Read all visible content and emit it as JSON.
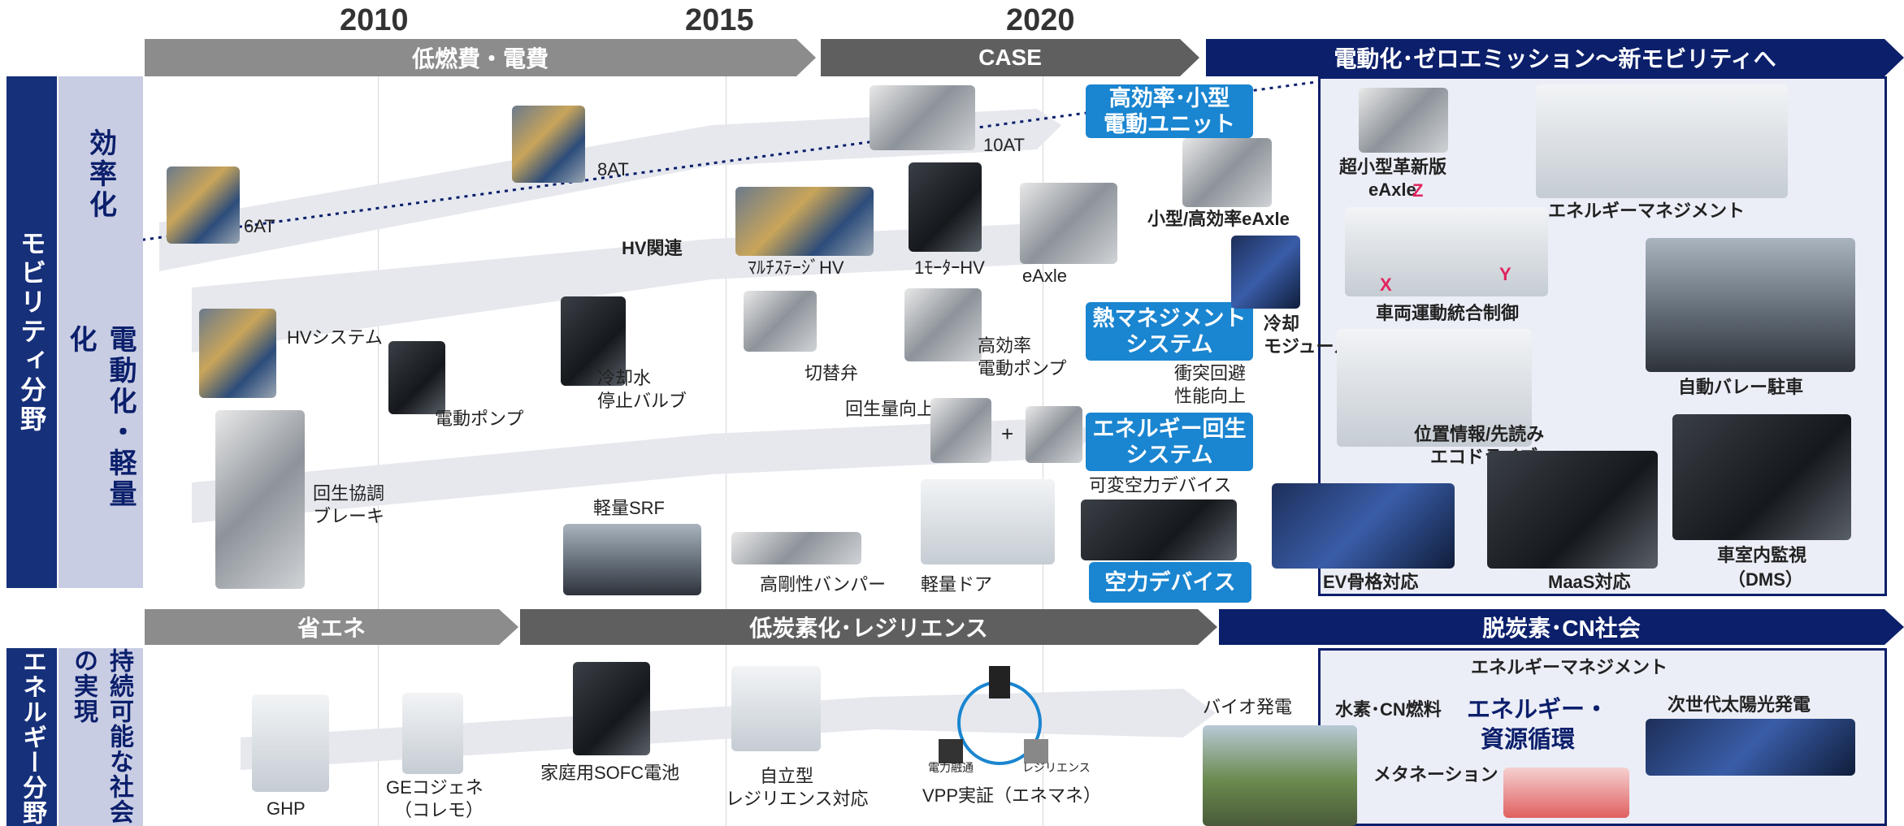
{
  "years": [
    "2010",
    "2015",
    "2020"
  ],
  "top_arrows": {
    "a1": "低燃費・電費",
    "a2": "CASE",
    "a3": "電動化･ゼロエミッション～新モビリティへ"
  },
  "bottom_arrows": {
    "b1": "省エネ",
    "b2": "低炭素化･レジリエンス",
    "b3": "脱炭素･CN社会"
  },
  "side": {
    "mobility": "モビリティ分野",
    "energy": "エネルギー分野",
    "efficiency": "効率化",
    "electrification": "電動化・軽量化",
    "sustainable": "持続可能な社会の実現"
  },
  "mobility_labels": {
    "at6": "6AT",
    "at8": "8AT",
    "at10": "10AT",
    "hv_related": "HV関連",
    "multistage": "ﾏﾙﾁｽﾃｰｼﾞHV",
    "motor1": "1ﾓｰﾀｰHV",
    "eaxle": "eAxle",
    "hv_system": "HVシステム",
    "elec_pump": "電動ポンプ",
    "coolant_valve_1": "冷却水",
    "coolant_valve_2": "停止バルブ",
    "switch_valve": "切替弁",
    "hi_pump_1": "高効率",
    "hi_pump_2": "電動ポンプ",
    "regen_brake_1": "回生協調",
    "regen_brake_2": "ブレーキ",
    "regen_up": "回生量向上",
    "plus": "+",
    "light_srf": "軽量SRF",
    "bumper": "高剛性バンパー",
    "light_door": "軽量ドア",
    "small_eaxle": "小型/高効率eAxle",
    "cooling_1": "冷却",
    "cooling_2": "モジュール",
    "collision_1": "衝突回避",
    "collision_2": "性能向上",
    "variable_aero": "可変空力デバイス"
  },
  "blue_boxes": {
    "unit_1": "高効率･小型",
    "unit_2": "電動ユニット",
    "thermal_1": "熱マネジメント",
    "thermal_2": "システム",
    "regen_1": "エネルギー回生",
    "regen_2": "システム",
    "aero": "空力デバイス"
  },
  "future": {
    "eaxle_1": "超小型革新版",
    "eaxle_2": "eAxle",
    "energy_mgmt": "エネルギーマネジメント",
    "vehicle_motion": "車両運動統合制御",
    "valet": "自動バレー駐車",
    "location_1": "位置情報/先読み",
    "location_2": "エコドライブ",
    "ev": "EV骨格対応",
    "maas": "MaaS対応",
    "dms_1": "車室内監視",
    "dms_2": "（DMS）",
    "axis_z": "Z",
    "axis_x": "X",
    "axis_y": "Y"
  },
  "energy_labels": {
    "ghp": "GHP",
    "ge_1": "GEコジェネ",
    "ge_2": "（コレモ）",
    "sofc": "家庭用SOFC電池",
    "indep_1": "自立型",
    "indep_2": "レジリエンス対応",
    "vpp": "VPP実証（エネマネ）",
    "power": "電力融通",
    "resilience": "レジリエンス",
    "bio": "バイオ発電"
  },
  "cn": {
    "energy_mgmt": "エネルギーマネジメント",
    "hydrogen": "水素･CN燃料",
    "cycle_1": "エネルギー・",
    "cycle_2": "資源循環",
    "methanation": "メタネーション",
    "solar": "次世代太陽光発電"
  },
  "colors": {
    "gray_arrow": "#8c8c8c",
    "dark_gray": "#5f5f5f",
    "navy": "#0b1f6b",
    "side_blue": "#16307a",
    "light_col": "#c9cde3",
    "box_blue": "#1a85d0",
    "panel": "#eceef7"
  }
}
